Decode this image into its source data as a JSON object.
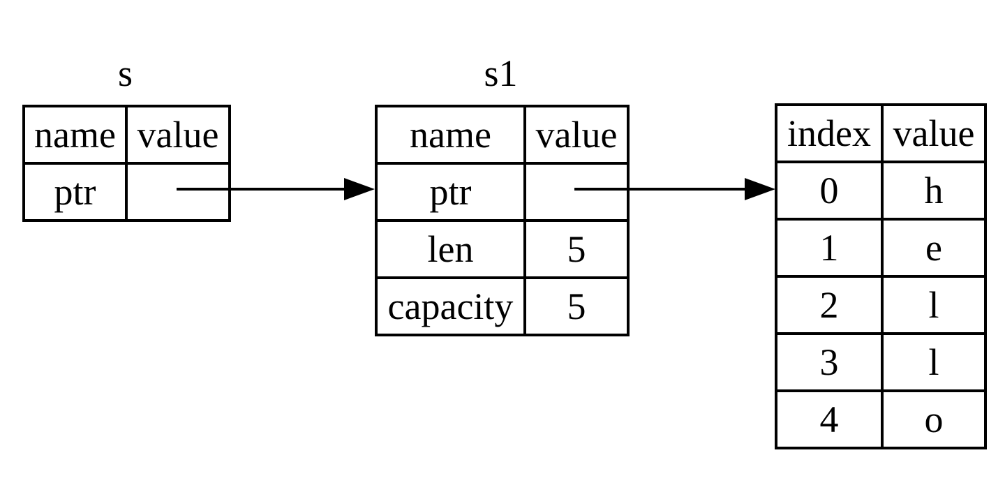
{
  "diagram": {
    "description": "Memory layout diagram of a reference s pointing to a String s1 that points to heap data spelling hello",
    "colors": {
      "line": "#000000",
      "background": "#ffffff"
    },
    "tables": [
      {
        "id": "s",
        "title": "s",
        "headers": [
          "name",
          "value"
        ],
        "rows": [
          [
            "ptr",
            ""
          ]
        ]
      },
      {
        "id": "s1",
        "title": "s1",
        "headers": [
          "name",
          "value"
        ],
        "rows": [
          [
            "ptr",
            ""
          ],
          [
            "len",
            "5"
          ],
          [
            "capacity",
            "5"
          ]
        ]
      },
      {
        "id": "heap",
        "title": "",
        "headers": [
          "index",
          "value"
        ],
        "rows": [
          [
            "0",
            "h"
          ],
          [
            "1",
            "e"
          ],
          [
            "2",
            "l"
          ],
          [
            "3",
            "l"
          ],
          [
            "4",
            "o"
          ]
        ]
      }
    ],
    "arrows": [
      {
        "from": "s.ptr.value",
        "to": "s1.ptr"
      },
      {
        "from": "s1.ptr.value",
        "to": "heap.row0"
      }
    ]
  }
}
